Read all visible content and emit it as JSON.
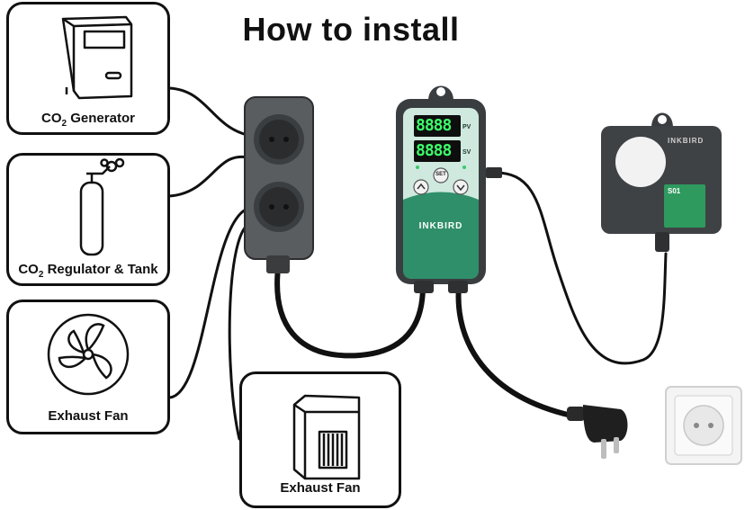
{
  "title": "How to install",
  "devices": {
    "co2_generator": {
      "label_prefix": "CO",
      "label_sub": "2",
      "label_suffix": " Generator"
    },
    "co2_regulator": {
      "label_prefix": "CO",
      "label_sub": "2",
      "label_suffix": " Regulator & Tank"
    },
    "exhaust_fan_left": {
      "label": "Exhaust Fan"
    },
    "exhaust_fan_bottom": {
      "label": "Exhaust Fan"
    }
  },
  "controller": {
    "display_pv": "8888",
    "display_sv": "8888",
    "pv_tag": "PV",
    "sv_tag": "SV",
    "set_button": "SET",
    "brand": "INKBIRD"
  },
  "sensor": {
    "brand": "INKBIRD",
    "model": "S01"
  },
  "colors": {
    "outline": "#111111",
    "controller_body": "#3a3d40",
    "controller_panel": "#2f8f6a",
    "display_digits": "#3cff6a",
    "sensor_green": "#2e9a5e"
  }
}
